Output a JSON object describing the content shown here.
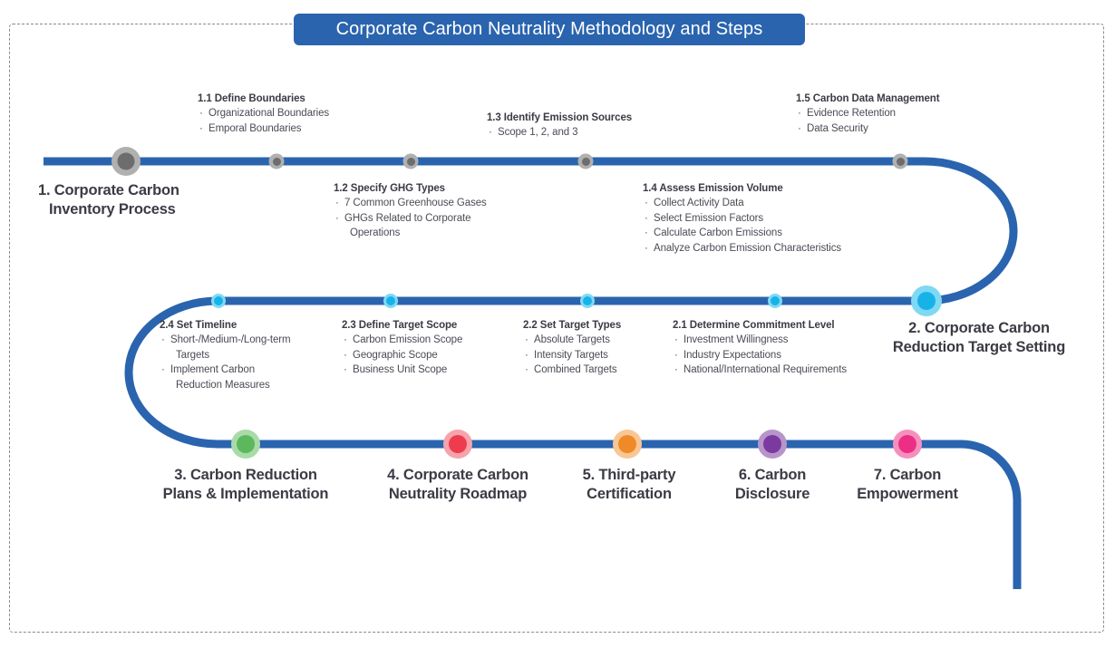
{
  "title": "Corporate Carbon Neutrality Methodology and Steps",
  "colors": {
    "line": "#2a64ae",
    "title_pill": "#2a64ae",
    "node_gray_core": "#6d6d6d",
    "node_gray_ring": "#b0b0b0",
    "node_cyan_core": "#17b3e8",
    "node_cyan_ring": "#7fd9f4",
    "node_green": "#5cb85c",
    "node_red": "#ef3b4e",
    "node_orange": "#f08a28",
    "node_purple": "#7b3aa0",
    "node_pink": "#ec2f86",
    "heading_text": "#3b3b45",
    "body_text": "#4b4b55",
    "frame": "#8a8a8a"
  },
  "stages": {
    "s1": "1. Corporate Carbon\nInventory Process",
    "s1_line1": "1. Corporate Carbon",
    "s1_line2": "Inventory Process",
    "s2_line1": "2. Corporate Carbon",
    "s2_line2": "Reduction Target Setting",
    "s3_line1": "3. Carbon Reduction",
    "s3_line2": "Plans & Implementation",
    "s4_line1": "4. Corporate Carbon",
    "s4_line2": "Neutrality Roadmap",
    "s5_line1": "5. Third-party",
    "s5_line2": "Certification",
    "s6_line1": "6. Carbon",
    "s6_line2": "Disclosure",
    "s7_line1": "7. Carbon",
    "s7_line2": "Empowerment"
  },
  "bullet_glyph": "·",
  "substeps": {
    "b11": {
      "heading": "1.1 Define Boundaries",
      "items": [
        "Organizational Boundaries",
        "Emporal Boundaries"
      ]
    },
    "b12": {
      "heading": "1.2 Specify GHG Types",
      "items": [
        "7 Common Greenhouse Gases",
        "GHGs Related to Corporate",
        "Operations"
      ]
    },
    "b13": {
      "heading": "1.3 Identify Emission Sources",
      "items": [
        "Scope 1, 2, and 3"
      ]
    },
    "b14": {
      "heading": "1.4 Assess Emission Volume",
      "items": [
        "Collect Activity Data",
        "Select Emission Factors",
        "Calculate Carbon Emissions",
        "Analyze Carbon Emission Characteristics"
      ]
    },
    "b15": {
      "heading": "1.5 Carbon Data Management",
      "items": [
        "Evidence Retention",
        "Data Security"
      ]
    },
    "b24": {
      "heading": "2.4 Set Timeline",
      "items": [
        "Short-/Medium-/Long-term",
        "Targets",
        "Implement Carbon",
        "Reduction Measures"
      ]
    },
    "b23": {
      "heading": "2.3 Define Target Scope",
      "items": [
        "Carbon Emission Scope",
        "Geographic Scope",
        "Business Unit Scope"
      ]
    },
    "b22": {
      "heading": "2.2 Set Target Types",
      "items": [
        "Absolute Targets",
        "Intensity Targets",
        "Combined Targets"
      ]
    },
    "b21": {
      "heading": "2.1 Determine Commitment Level",
      "items": [
        "Investment Willingness",
        "Industry Expectations",
        "National/International Requirements"
      ]
    }
  }
}
